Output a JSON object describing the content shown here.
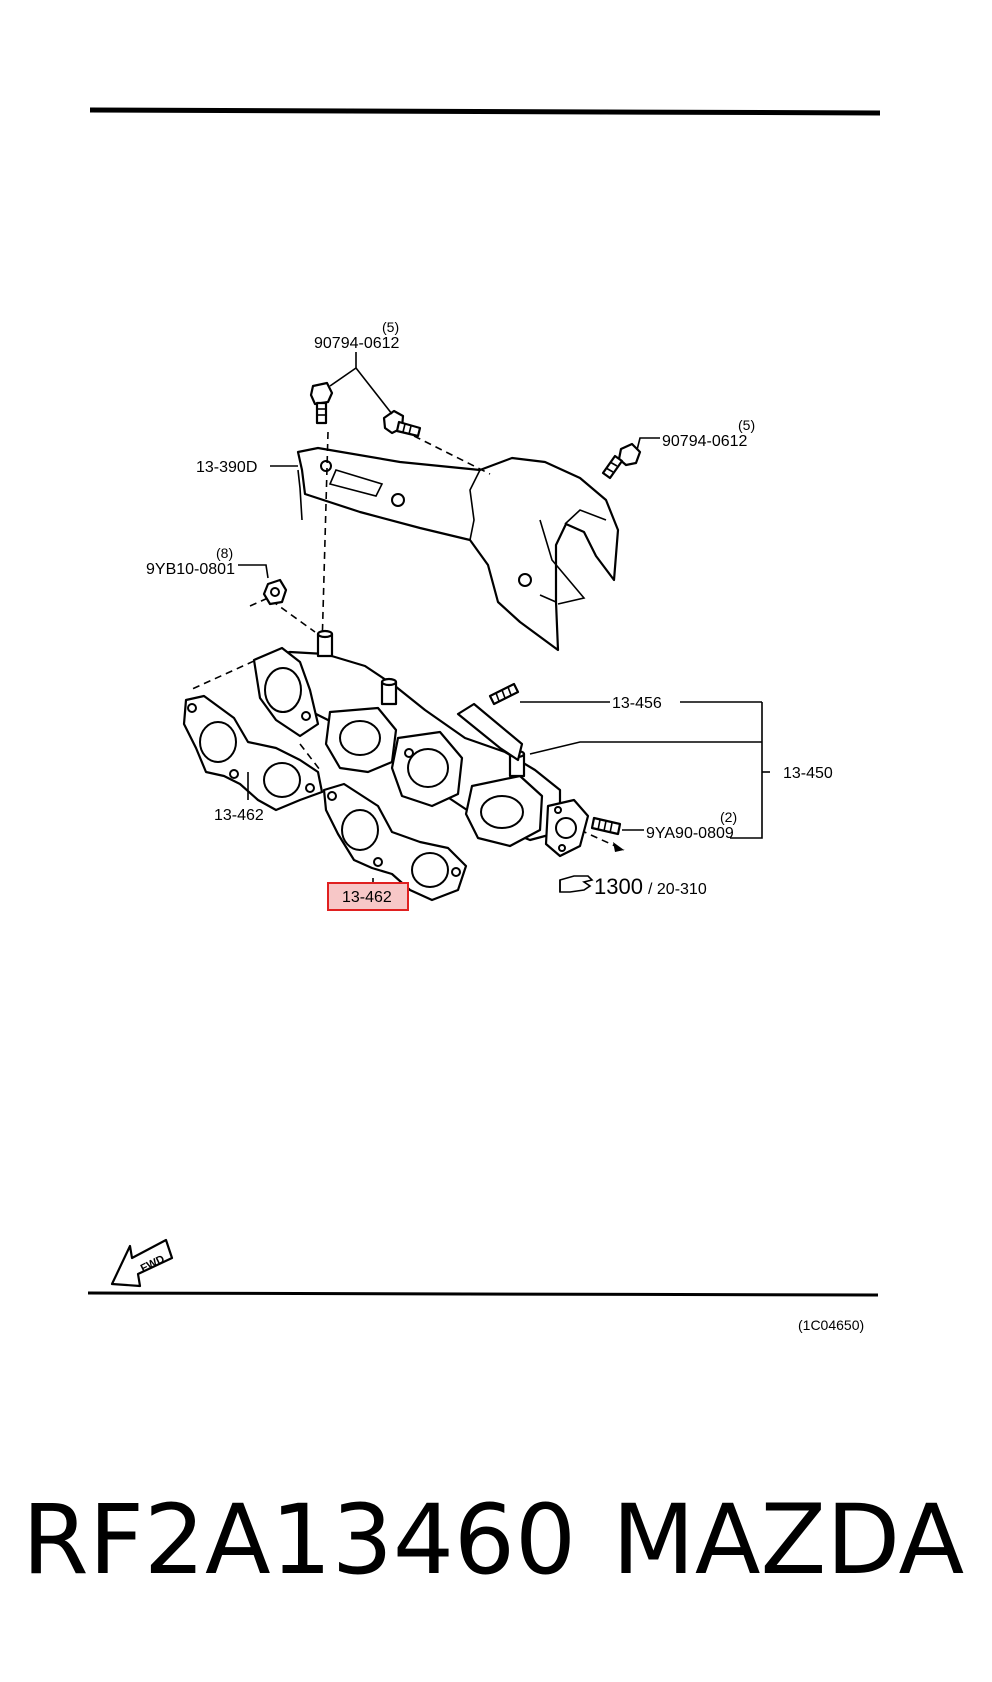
{
  "labels": {
    "bolt_top_qty": "(5)",
    "bolt_top_pn": "90794-0612",
    "bolt_right_qty": "(5)",
    "bolt_right_pn": "90794-0612",
    "heat_insulator": "13-390D",
    "nut_qty": "(8)",
    "nut_pn": "9YB10-0801",
    "stud": "13-456",
    "manifold": "13-450",
    "stud2_qty": "(2)",
    "stud2_pn": "9YA90-0809",
    "gasket_left": "13-462",
    "gasket_highlight": "13-462",
    "ref_main": "1300",
    "ref_sub": "/ 20-310",
    "fwd": "FWD",
    "diagram_code": "(1C04650)"
  },
  "footer": {
    "part_number": "RF2A13460",
    "brand": "MAZDA"
  },
  "colors": {
    "highlight_fill": "#f7c7c7",
    "highlight_stroke": "#e02020",
    "line": "#000000"
  }
}
